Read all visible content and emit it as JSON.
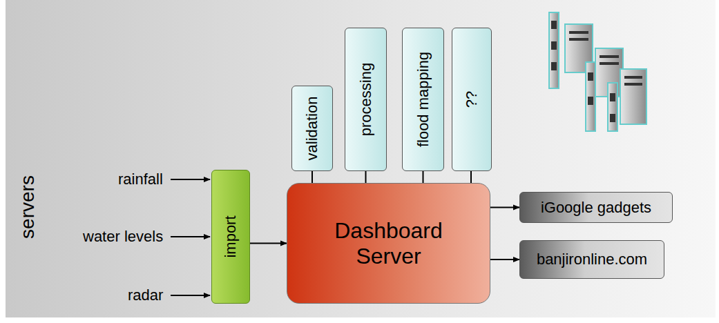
{
  "diagram": {
    "nodes": [
      {
        "text": [
          "import"
        ]
      },
      {
        "text": [
          "Dashboard Server"
        ]
      },
      {
        "text": [
          "validation"
        ]
      },
      {
        "text": [
          "processing"
        ]
      },
      {
        "text": [
          "flood mapping"
        ]
      },
      {
        "text": [
          "??"
        ]
      },
      {
        "text": [
          "iGoogle gadgets"
        ]
      },
      {
        "text": [
          "banjironline.com"
        ]
      }
    ],
    "edges": [
      {
        "from": 0,
        "to": 1,
        "arrow": "to"
      },
      {
        "from": 2,
        "to": 1,
        "arrow": "none"
      },
      {
        "from": 3,
        "to": 1,
        "arrow": "none"
      },
      {
        "from": 4,
        "to": 1,
        "arrow": "none"
      },
      {
        "from": 5,
        "to": 1,
        "arrow": "none"
      },
      {
        "from": 1,
        "to": 6,
        "arrow": "to"
      },
      {
        "from": 1,
        "to": 7,
        "arrow": "to"
      }
    ],
    "labels": [
      "servers",
      "rainfall",
      "water levels",
      "radar"
    ]
  }
}
